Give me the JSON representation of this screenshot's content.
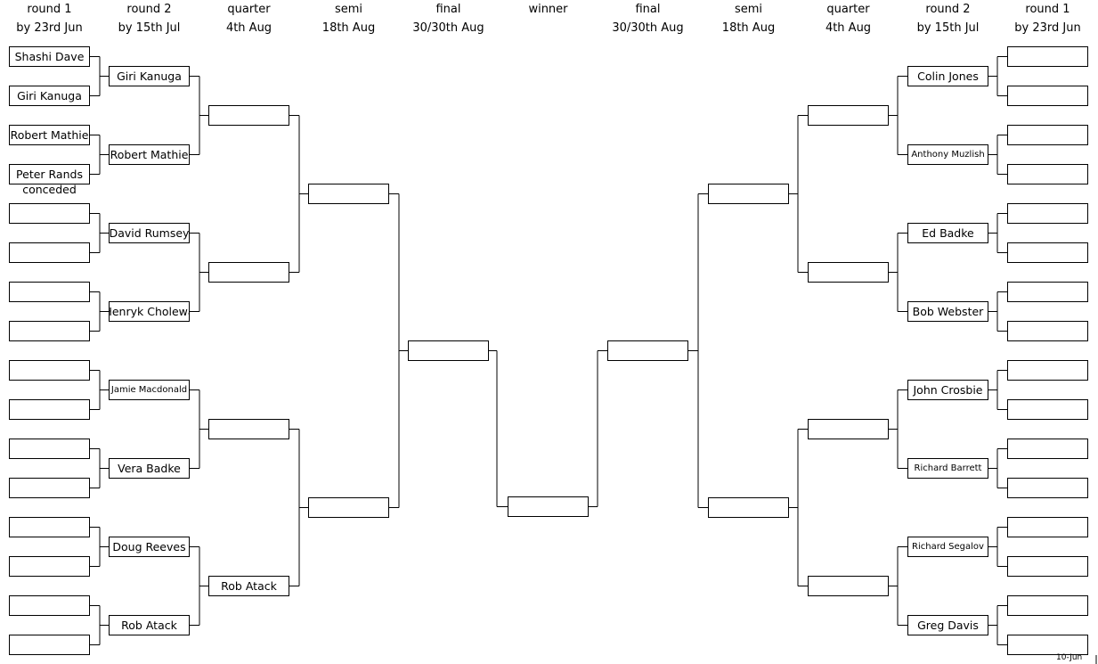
{
  "headers": {
    "left": [
      {
        "l1": "round 1",
        "l2": "by 23rd Jun"
      },
      {
        "l1": "round 2",
        "l2": "by 15th Jul"
      },
      {
        "l1": "quarter",
        "l2": "4th Aug"
      },
      {
        "l1": "semi",
        "l2": "18th Aug"
      },
      {
        "l1": "final",
        "l2": "30/30th Aug"
      }
    ],
    "center": {
      "l1": "winner",
      "l2": ""
    },
    "right": [
      {
        "l1": "final",
        "l2": "30/30th Aug"
      },
      {
        "l1": "semi",
        "l2": "18th Aug"
      },
      {
        "l1": "quarter",
        "l2": "4th Aug"
      },
      {
        "l1": "round 2",
        "l2": "by 15th Jul"
      },
      {
        "l1": "round 1",
        "l2": "by 23rd Jun"
      }
    ]
  },
  "left": {
    "round1": [
      "Shashi Dave",
      "Giri Kanuga",
      "Robert Mathie",
      "Peter Rands",
      "",
      "",
      "",
      "",
      "",
      "",
      "",
      "",
      "",
      "",
      "",
      ""
    ],
    "round2": [
      "Giri Kanuga",
      "Robert Mathie",
      "David Rumsey",
      "Henryk Cholewa",
      "Jamie Macdonald",
      "Vera Badke",
      "Doug Reeves",
      "Rob Atack"
    ],
    "quarter": [
      "",
      "",
      "",
      "Rob Atack"
    ],
    "semi": [
      "",
      ""
    ],
    "final": [
      ""
    ]
  },
  "winner": "",
  "right": {
    "round1": [
      "",
      "",
      "",
      "",
      "",
      "",
      "",
      "",
      "",
      "",
      "",
      "",
      "",
      "",
      "",
      ""
    ],
    "round2": [
      "Colin Jones",
      "Anthony Muzlish",
      "Ed Badke",
      "Bob Webster",
      "John Crosbie",
      "Richard Barrett",
      "Richard Segalov",
      "Greg Davis"
    ],
    "quarter": [
      "",
      "",
      "",
      ""
    ],
    "semi": [
      "",
      ""
    ],
    "final": [
      ""
    ]
  },
  "note": "conceded",
  "stamp": "10-Jun"
}
